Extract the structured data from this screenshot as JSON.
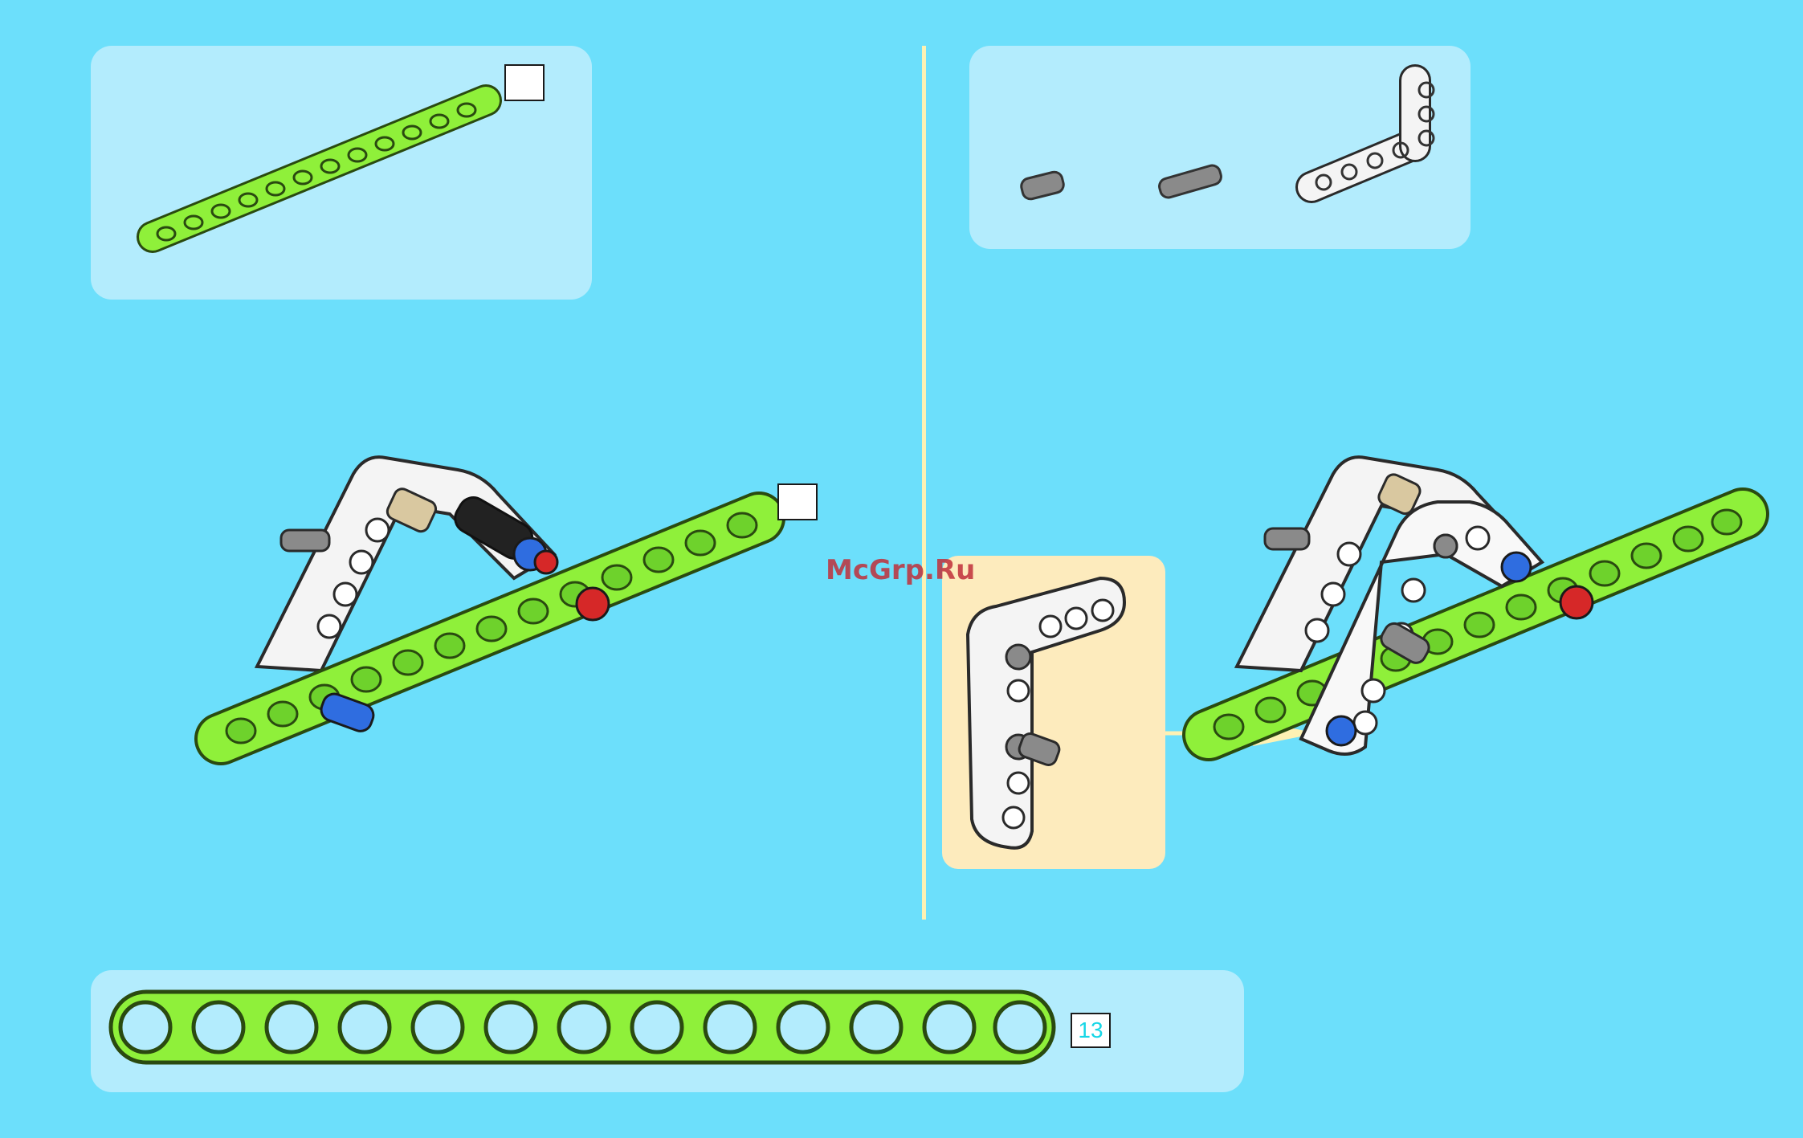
{
  "page": {
    "background_color": "#6cdffb",
    "panel_color": "#b3ecfd",
    "callout_color": "#fdebbd",
    "divider_color": "#fdf1b3"
  },
  "parts_list_left": {
    "items": [
      {
        "part": "lime-green-liftarm-13",
        "color": "#8ff03a"
      }
    ],
    "quantity": ""
  },
  "parts_list_right": {
    "items": [
      {
        "part": "gray-pin-short",
        "color": "#8a8a8a"
      },
      {
        "part": "gray-axle-pin",
        "color": "#8a8a8a"
      },
      {
        "part": "white-l-liftarm",
        "color": "#f4f4f4"
      }
    ]
  },
  "step_left": {
    "quantity": ""
  },
  "watermark": {
    "text": "McGrp.Ru"
  },
  "ruler": {
    "length_label": "13",
    "holes": 13,
    "color": "#8ff03a"
  }
}
